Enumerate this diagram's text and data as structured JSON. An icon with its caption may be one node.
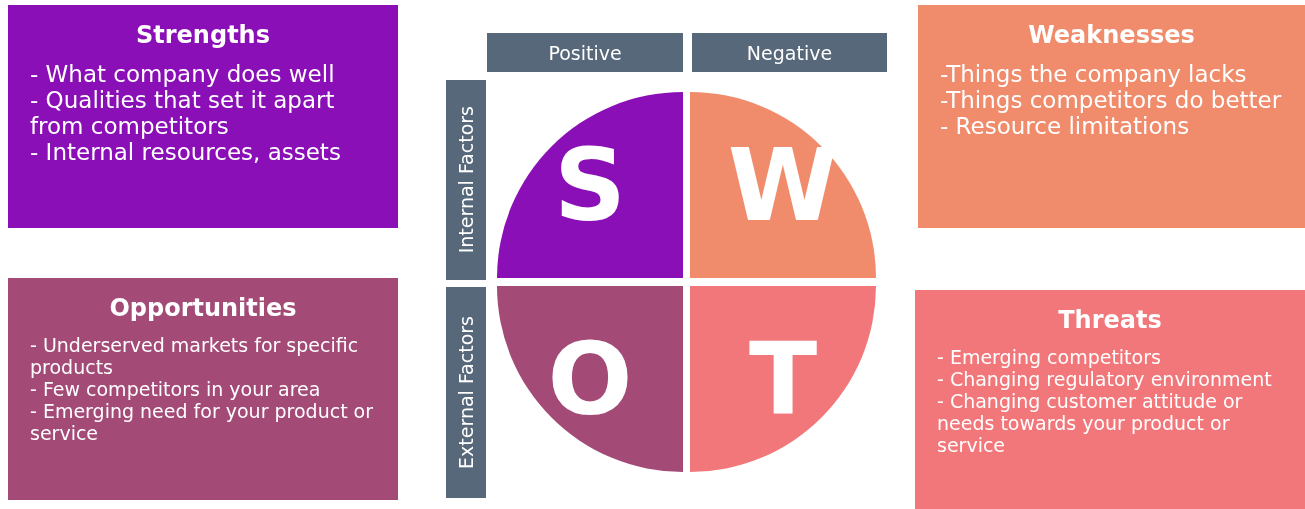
{
  "diagram": {
    "nodes": [
      {
        "text": [
          "Strengths",
          "- What company does well",
          "- Qualities that set it apart from competitors",
          "- Internal resources, assets"
        ]
      },
      {
        "text": [
          "Weaknesses",
          "-Things the company lacks",
          "-Things competitors do better",
          "- Resource limitations"
        ]
      },
      {
        "text": [
          "Opportunities",
          "- Underserved markets for specific products",
          "- Few competitors in your area",
          "- Emerging need for your product or service"
        ]
      },
      {
        "text": [
          "Threats",
          "- Emerging competitors",
          "- Changing regulatory environment",
          "- Changing customer attitude or needs towards your product or service"
        ]
      },
      {
        "text": [
          "Positive"
        ]
      },
      {
        "text": [
          "Negative"
        ]
      },
      {
        "text": [
          "Internal Factors"
        ]
      },
      {
        "text": [
          "External Factors"
        ]
      },
      {
        "text": [
          "S"
        ]
      },
      {
        "text": [
          "W"
        ]
      },
      {
        "text": [
          "O"
        ]
      },
      {
        "text": [
          "T"
        ]
      }
    ]
  }
}
